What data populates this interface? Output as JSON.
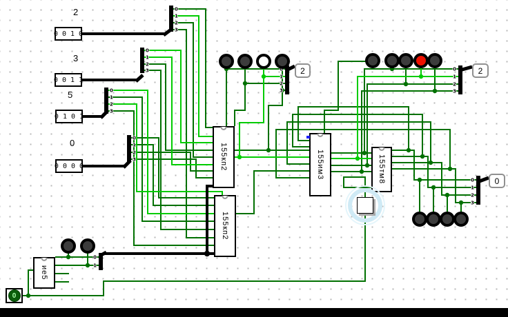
{
  "app": {
    "background": "#ffffff",
    "grid_dot_color": "#b8b8b8",
    "bottom_bar_color": "#000000"
  },
  "palette": {
    "wire_high": "#00cc00",
    "wire_low": "#007000",
    "wire_bus": "#000000",
    "led_off": "#3c3c3c",
    "led_red": "#ee1100",
    "led_white": "#ffffff",
    "button_halo": "#cfeaf5",
    "selection_marker": "#2222ff",
    "clock_circle": "#0a5c0a",
    "clock_text": "#aaffaa"
  },
  "inputs": [
    {
      "label": "2",
      "bits": "0 0 1 0"
    },
    {
      "label": "3",
      "bits": "0 0 1 1"
    },
    {
      "label": "5",
      "bits": "0 1 0 1"
    },
    {
      "label": "0",
      "bits": "0 0 0 0"
    }
  ],
  "chips": [
    {
      "label": "155кп2"
    },
    {
      "label": "155кп2"
    },
    {
      "label": "155им3"
    },
    {
      "label": "155тм8"
    },
    {
      "label": "ие5"
    }
  ],
  "displays": [
    {
      "id": "top-middle",
      "value": "2"
    },
    {
      "id": "top-right",
      "value": "2"
    },
    {
      "id": "bottom-right",
      "value": "0"
    }
  ],
  "clock": {
    "value": "0"
  },
  "bus_pin_labels": [
    "0",
    "1",
    "2",
    "3"
  ],
  "counter_bus_pin_labels": [
    "0",
    "1"
  ],
  "led_groups": [
    {
      "id": "top-middle",
      "states": [
        "off",
        "off",
        "white",
        "off"
      ]
    },
    {
      "id": "right-single",
      "states": [
        "off"
      ]
    },
    {
      "id": "top-right",
      "states": [
        "off",
        "off",
        "red",
        "off"
      ]
    },
    {
      "id": "bottom-right",
      "states": [
        "off",
        "off",
        "off",
        "off"
      ]
    },
    {
      "id": "counter",
      "states": [
        "off",
        "off"
      ]
    }
  ]
}
